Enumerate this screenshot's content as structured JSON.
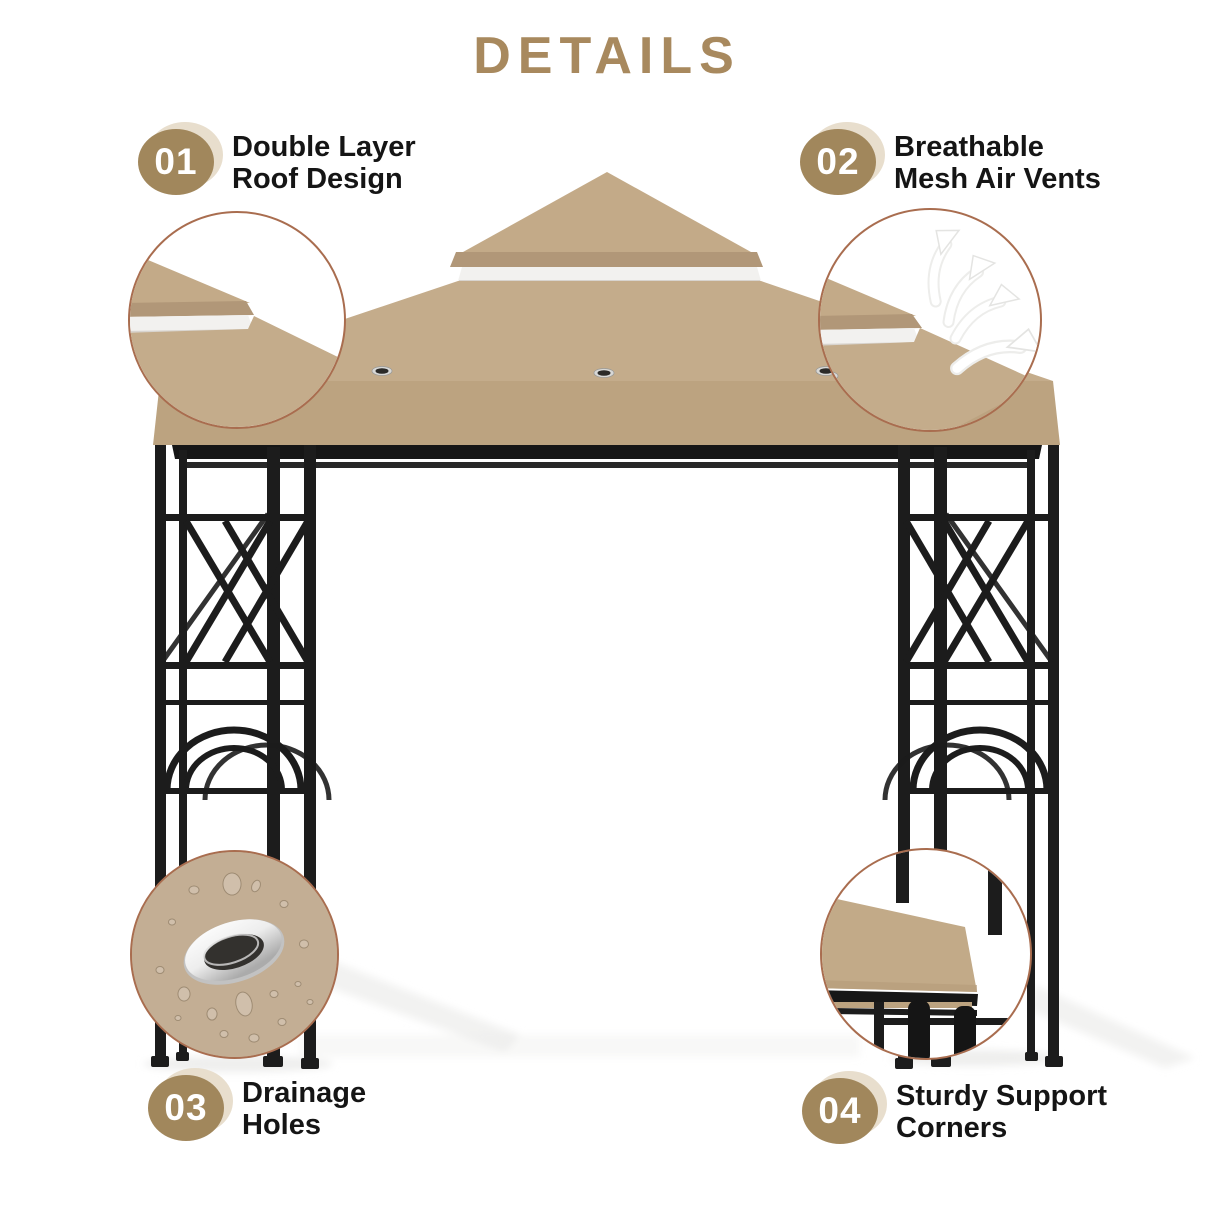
{
  "title": "DETAILS",
  "features": [
    {
      "number": "01",
      "label_line1": "Double Layer",
      "label_line2": "Roof Design"
    },
    {
      "number": "02",
      "label_line1": "Breathable",
      "label_line2": "Mesh Air Vents"
    },
    {
      "number": "03",
      "label_line1": "Drainage",
      "label_line2": "Holes"
    },
    {
      "number": "04",
      "label_line1": "Sturdy Support",
      "label_line2": "Corners"
    }
  ],
  "insets": [
    {
      "name": "double-layer-roof-closeup"
    },
    {
      "name": "mesh-air-vents-closeup"
    },
    {
      "name": "drainage-hole-closeup"
    },
    {
      "name": "support-corner-closeup"
    }
  ],
  "product": {
    "subject": "double-tiered gazebo canopy with steel lattice legs"
  },
  "colors": {
    "accent_tan": "#A8895E",
    "badge_fill": "#A1875C",
    "badge_halo": "#E8DECD",
    "canopy_main": "#C4AC8B",
    "canopy_top": "#C3AA88",
    "canopy_eave_strip": "#B19778",
    "canopy_valance": "#BCA380",
    "mesh_band": "#F2F1EF",
    "frame_black": "#1C1C1C",
    "inset_border": "#A96D4F",
    "drain_fabric": "#C3AE94",
    "label_text": "#151515"
  }
}
